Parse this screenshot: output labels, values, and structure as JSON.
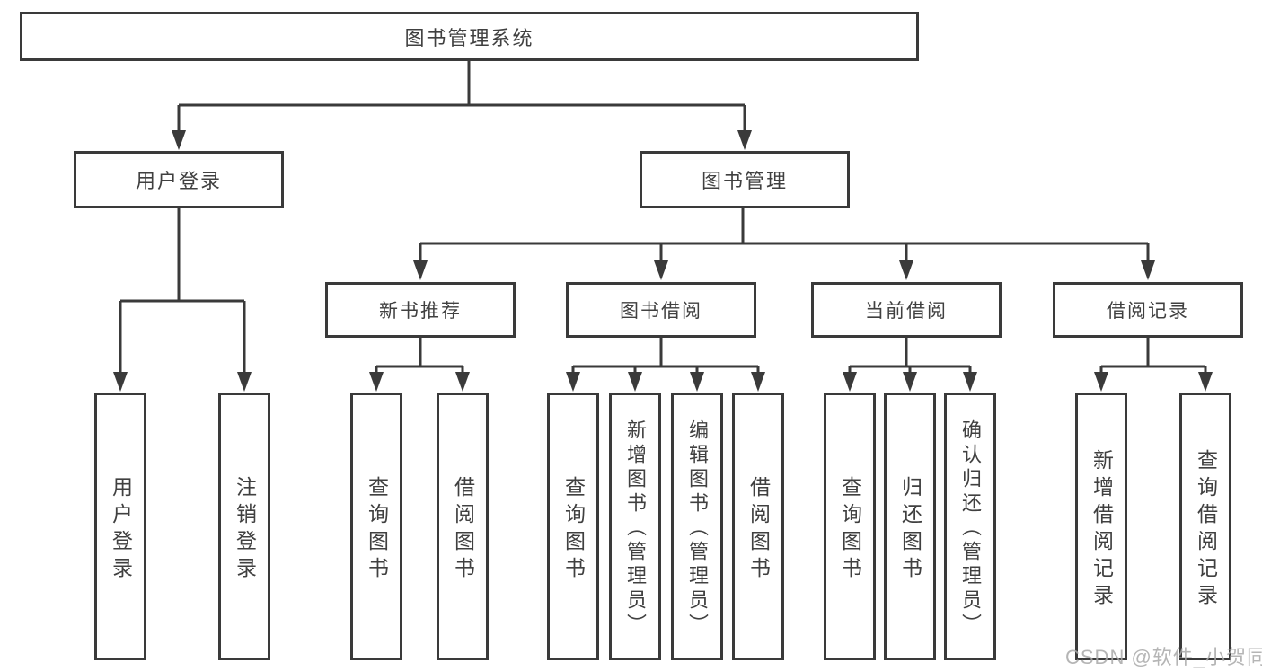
{
  "diagram": {
    "root_label": "图书管理系统",
    "user_login": {
      "label": "用户登录",
      "leaves": [
        "用户登录",
        "注销登录"
      ]
    },
    "book_mgmt": {
      "label": "图书管理",
      "children": [
        {
          "label": "新书推荐",
          "leaves": [
            "查询图书",
            "借阅图书"
          ]
        },
        {
          "label": "图书借阅",
          "leaves": [
            "查询图书",
            "新增图书（管理员）",
            "编辑图书（管理员）",
            "借阅图书"
          ]
        },
        {
          "label": "当前借阅",
          "leaves": [
            "查询图书",
            "归还图书",
            "确认归还（管理员）"
          ]
        },
        {
          "label": "借阅记录",
          "leaves": [
            "新增借阅记录",
            "查询借阅记录"
          ]
        }
      ]
    }
  },
  "watermark": "CSDN @软件_小贺同学",
  "colors": {
    "line": "#3a3a3a",
    "text": "#404040",
    "background": "#ffffff",
    "watermark": "#a8a8a8"
  }
}
